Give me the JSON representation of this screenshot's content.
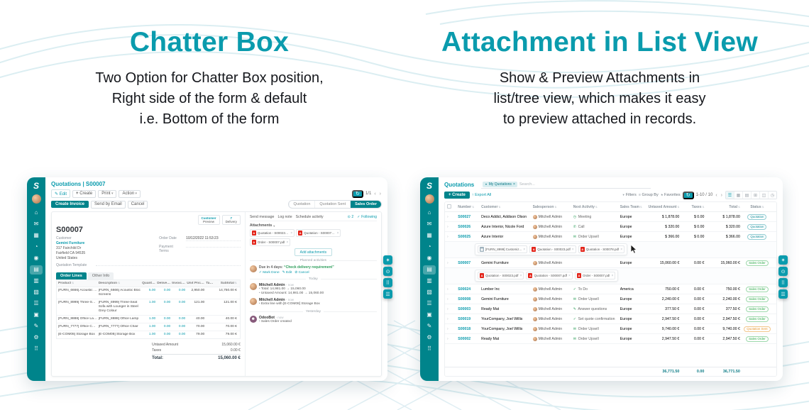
{
  "colors": {
    "accent": "#0a9bad",
    "sidebar": "#00848b",
    "pill_quotation": "#0b8b98",
    "pill_sale": "#28a745",
    "pill_sent": "#e8962e",
    "pdf_red": "#e2241a"
  },
  "hero_left": {
    "title": "Chatter Box",
    "lines": [
      "Two Option for Chatter Box position,",
      "Right side of the form & default",
      "i.e. Bottom of the form"
    ]
  },
  "hero_right": {
    "title": "Attachment in List View",
    "lines": [
      "Show & Preview Attachments in",
      "list/tree view, which makes it easy",
      "to preview attached in records."
    ]
  },
  "sidebar": {
    "logo": "S",
    "icons": [
      {
        "name": "home-icon",
        "glyph": "⌂"
      },
      {
        "name": "discuss-icon",
        "glyph": "✉"
      },
      {
        "name": "calendar-icon",
        "glyph": "▦"
      },
      {
        "name": "contacts-icon",
        "glyph": "◔"
      },
      {
        "name": "crm-icon",
        "glyph": "◉"
      },
      {
        "name": "sales-icon",
        "glyph": "▤",
        "active": "1"
      },
      {
        "name": "dashboard-icon",
        "glyph": "▥"
      },
      {
        "name": "inventory-icon",
        "glyph": "▧"
      },
      {
        "name": "purchase-icon",
        "glyph": "☰"
      },
      {
        "name": "accounting-icon",
        "glyph": "▣"
      },
      {
        "name": "employees-icon",
        "glyph": "✎"
      },
      {
        "name": "settings-icon",
        "glyph": "⚙"
      },
      {
        "name": "apps-icon",
        "glyph": "⠿"
      }
    ]
  },
  "edge_tools": [
    {
      "name": "bookmark-tool-icon",
      "glyph": "✶"
    },
    {
      "name": "search-tool-icon",
      "glyph": "⊙"
    },
    {
      "name": "apps-grid-tool-icon",
      "glyph": "⠿"
    },
    {
      "name": "chat-tool-icon",
      "glyph": "☰"
    }
  ],
  "form_app": {
    "breadcrumb": "Quotations | S00007",
    "toolbar": {
      "edit": "Edit",
      "create": "Create",
      "print": "Print",
      "action": "Action",
      "pager": "1/1"
    },
    "buttons": {
      "create_invoice": "Create Invoice",
      "send_by_email": "Send by Email",
      "cancel": "Cancel"
    },
    "statusbar": [
      {
        "label": "Quotation"
      },
      {
        "label": "Quotation Sent"
      },
      {
        "label": "Sales Order",
        "active": "1"
      }
    ],
    "smart_buttons": [
      {
        "line1": "Customer",
        "line2": "Preview"
      },
      {
        "line1": "7",
        "line2": "Delivery"
      }
    ],
    "record_name": "S00007",
    "fields": {
      "customer_label": "Customer",
      "customer_name": "Gemini Furniture",
      "address": [
        "317 Fairchild Dr",
        "Fairfield CA 94535",
        "United States"
      ],
      "order_date_label": "Order Date",
      "order_date": "10/12/2022 11:53:23",
      "payment_terms_label": "Payment Terms",
      "template_label": "Quotation Template"
    },
    "tabs": [
      {
        "label": "Order Lines",
        "active": "1"
      },
      {
        "label": "Other Info"
      }
    ],
    "table": {
      "columns": [
        "Product",
        "Description",
        "Quantity",
        "Delivered",
        "Invoiced",
        "Unit Price",
        "Taxes",
        "Subtotal"
      ],
      "rows": [
        {
          "product": "[FURN_6666] Acoustic Bloc Screens",
          "desc": "[FURN_6666] Acoustic Bloc Screens",
          "qty": "5.00",
          "del": "0.00",
          "inv": "0.00",
          "price": "2,950.00",
          "tax": "",
          "sub": "14,750.00 €"
        },
        {
          "product": "[FURN_8999] Three-Seat Sofa",
          "desc": "[FURN_8999] Three-Seat Sofa with Lounger in Steel Grey Colour",
          "qty": "1.00",
          "del": "0.00",
          "inv": "0.00",
          "price": "121.00",
          "tax": "",
          "sub": "121.00 €"
        },
        {
          "product": "[FURN_8888] Office Lamp",
          "desc": "[FURN_8888] Office Lamp",
          "qty": "1.00",
          "del": "0.00",
          "inv": "0.00",
          "price": "40.00",
          "tax": "",
          "sub": "40.00 €"
        },
        {
          "product": "[FURN_7777] Office Chair",
          "desc": "[FURN_7777] Office Chair",
          "qty": "1.00",
          "del": "0.00",
          "inv": "0.00",
          "price": "70.00",
          "tax": "",
          "sub": "70.00 €"
        },
        {
          "product": "[E-COM08] Storage Box",
          "desc": "[E-COM08] Storage Box",
          "qty": "1.00",
          "del": "0.00",
          "inv": "0.00",
          "price": "79.00",
          "tax": "",
          "sub": "79.00 €"
        }
      ]
    },
    "totals": {
      "untaxed_label": "Untaxed Amount",
      "untaxed": "15,060.00 €",
      "taxes_label": "Taxes",
      "taxes": "0.00 €",
      "total_label": "Total:",
      "total": "15,060.00 €"
    },
    "chatter": {
      "send_message": "Send message",
      "log_note": "Log note",
      "schedule_activity": "Schedule activity",
      "follower_count": "2",
      "following": "Following",
      "attachments_title": "Attachments",
      "files": [
        {
          "kind": "pdf",
          "name": "Quotation - S00023.pdf"
        },
        {
          "kind": "pdf",
          "name": "Quotation - S00007.pdf"
        },
        {
          "kind": "pdf",
          "name": "Order - S00007.pdf"
        }
      ],
      "add_attachments": "Add attachments",
      "planned_activities": "Planned activities",
      "activity": {
        "due": "Due in 4 days:",
        "title": "“Check delivery requirement”",
        "mark_done": "Mark Done",
        "edit": "Edit",
        "cancel": "Cancel"
      },
      "feed": [
        {
          "type": "divider",
          "label": "Today"
        },
        {
          "type": "message",
          "author": "Mitchell Admin",
          "time": "- now",
          "avatar": "photo",
          "lines": [
            "Total: 14,981.00 → 15,060.00",
            "Untaxed Amount: 14,981.00 → 15,060.00"
          ]
        },
        {
          "type": "message",
          "author": "Mitchell Admin",
          "time": "- now",
          "avatar": "photo",
          "lines": [
            "Extra line with [E-COM08] Storage Box"
          ]
        },
        {
          "type": "divider",
          "label": "Yesterday"
        },
        {
          "type": "message",
          "author": "OdooBot",
          "time": "- now",
          "avatar": "bot",
          "lines": [
            "Sales Order created"
          ]
        }
      ]
    }
  },
  "list_app": {
    "breadcrumb": "Quotations",
    "search": {
      "facet": "My Quotations",
      "placeholder": "Search..."
    },
    "toolbar": {
      "create": "Create",
      "export_all": "Export All",
      "filters": "Filters",
      "group_by": "Group By",
      "favorites": "Favorites",
      "pager": "1-10 / 10"
    },
    "columns": [
      "Number",
      "Customer",
      "Salesperson",
      "Next Activity",
      "Sales Team",
      "Untaxed Amount",
      "Taxes",
      "Total",
      "Status"
    ],
    "view_switcher": [
      {
        "name": "list-view-icon",
        "glyph": "☰",
        "active": "1"
      },
      {
        "name": "kanban-view-icon",
        "glyph": "▦"
      },
      {
        "name": "calendar-view-icon",
        "glyph": "▤"
      },
      {
        "name": "pivot-view-icon",
        "glyph": "⊞"
      },
      {
        "name": "graph-view-icon",
        "glyph": "◫"
      },
      {
        "name": "activity-view-icon",
        "glyph": "◷"
      }
    ],
    "rows": [
      {
        "type": "record",
        "number": "S00027",
        "customer": "Deco Addict, Addison Olson",
        "salesperson": "Mitchell Admin",
        "activity_glyph": "◷",
        "activity": "Meeting",
        "team": "Europe",
        "untaxed": "$ 1,878.00",
        "taxes": "$ 0.00",
        "total": "$ 1,878.00",
        "status": "Quotation",
        "status_type": "quotation"
      },
      {
        "type": "record",
        "number": "S00026",
        "customer": "Azure Interior, Nicole Ford",
        "salesperson": "Mitchell Admin",
        "activity_glyph": "✆",
        "activity": "Call",
        "team": "Europe",
        "untaxed": "$ 320.00",
        "taxes": "$ 0.00",
        "total": "$ 320.00",
        "status": "Quotation",
        "status_type": "quotation"
      },
      {
        "type": "record",
        "number": "S00025",
        "customer": "Azure Interior",
        "salesperson": "Mitchell Admin",
        "activity_glyph": "✉",
        "activity": "Order Upsell",
        "team": "Europe",
        "untaxed": "$ 366.00",
        "taxes": "$ 0.00",
        "total": "$ 366.00",
        "status": "Quotation",
        "status_type": "quotation"
      },
      {
        "type": "attachments",
        "cursor": "1",
        "files": [
          {
            "kind": "img",
            "name": "[FURN_8999] Customiz..."
          },
          {
            "kind": "pdf",
            "name": "Quotation - S00023.pdf"
          },
          {
            "kind": "pdf",
            "name": "Quotation - S00078.pdf"
          }
        ]
      },
      {
        "type": "record",
        "number": "S00007",
        "customer": "Gemini Furniture",
        "salesperson": "Mitchell Admin",
        "activity_glyph": "",
        "activity": "",
        "team": "Europe",
        "untaxed": "15,060.00 €",
        "taxes": "0.00 €",
        "total": "15,060.00 €",
        "status": "Sales Order",
        "status_type": "sale"
      },
      {
        "type": "attachments",
        "files": [
          {
            "kind": "pdf",
            "name": "Quotation - S00023.pdf"
          },
          {
            "kind": "pdf",
            "name": "Quotation - S00007.pdf"
          },
          {
            "kind": "pdf",
            "name": "Order - S00007.pdf"
          }
        ]
      },
      {
        "type": "record",
        "number": "S00024",
        "customer": "Lumber Inc",
        "salesperson": "Mitchell Admin",
        "activity_glyph": "✓",
        "activity": "To Do",
        "team": "America",
        "untaxed": "750.00 €",
        "taxes": "0.00 €",
        "total": "750.00 €",
        "status": "Sales Order",
        "status_type": "sale"
      },
      {
        "type": "record",
        "number": "S00008",
        "customer": "Gemini Furniture",
        "salesperson": "Mitchell Admin",
        "activity_glyph": "✉",
        "activity": "Order Upsell",
        "team": "Europe",
        "untaxed": "2,240.00 €",
        "taxes": "0.00 €",
        "total": "2,240.00 €",
        "status": "Sales Order",
        "status_type": "sale"
      },
      {
        "type": "record",
        "number": "S00003",
        "customer": "Ready Mat",
        "salesperson": "Mitchell Admin",
        "activity_glyph": "✎",
        "activity": "Answer questions",
        "team": "Europe",
        "untaxed": "377.50 €",
        "taxes": "0.00 €",
        "total": "377.50 €",
        "status": "Sales Order",
        "status_type": "sale"
      },
      {
        "type": "record",
        "number": "S00019",
        "customer": "YourCompany, Joel Willis",
        "salesperson": "Mitchell Admin",
        "activity_glyph": "✓",
        "activity": "Set quote confirmation",
        "team": "Europe",
        "untaxed": "2,947.50 €",
        "taxes": "0.00 €",
        "total": "2,947.50 €",
        "status": "Sales Order",
        "status_type": "sale"
      },
      {
        "type": "record",
        "number": "S00018",
        "customer": "YourCompany, Joel Willis",
        "salesperson": "Mitchell Admin",
        "activity_glyph": "✉",
        "activity": "Order Upsell",
        "team": "Europe",
        "untaxed": "9,740.00 €",
        "taxes": "0.00 €",
        "total": "9,740.00 €",
        "status": "Quotation Sent",
        "status_type": "sent"
      },
      {
        "type": "record",
        "number": "S00002",
        "customer": "Ready Mat",
        "salesperson": "Mitchell Admin",
        "activity_glyph": "✉",
        "activity": "Order Upsell",
        "team": "Europe",
        "untaxed": "2,947.50 €",
        "taxes": "0.00 €",
        "total": "2,947.50 €",
        "status": "Sales Order",
        "status_type": "sale"
      }
    ],
    "footer": {
      "untaxed": "36,771.50",
      "taxes": "0.00",
      "total": "36,771.50"
    }
  }
}
